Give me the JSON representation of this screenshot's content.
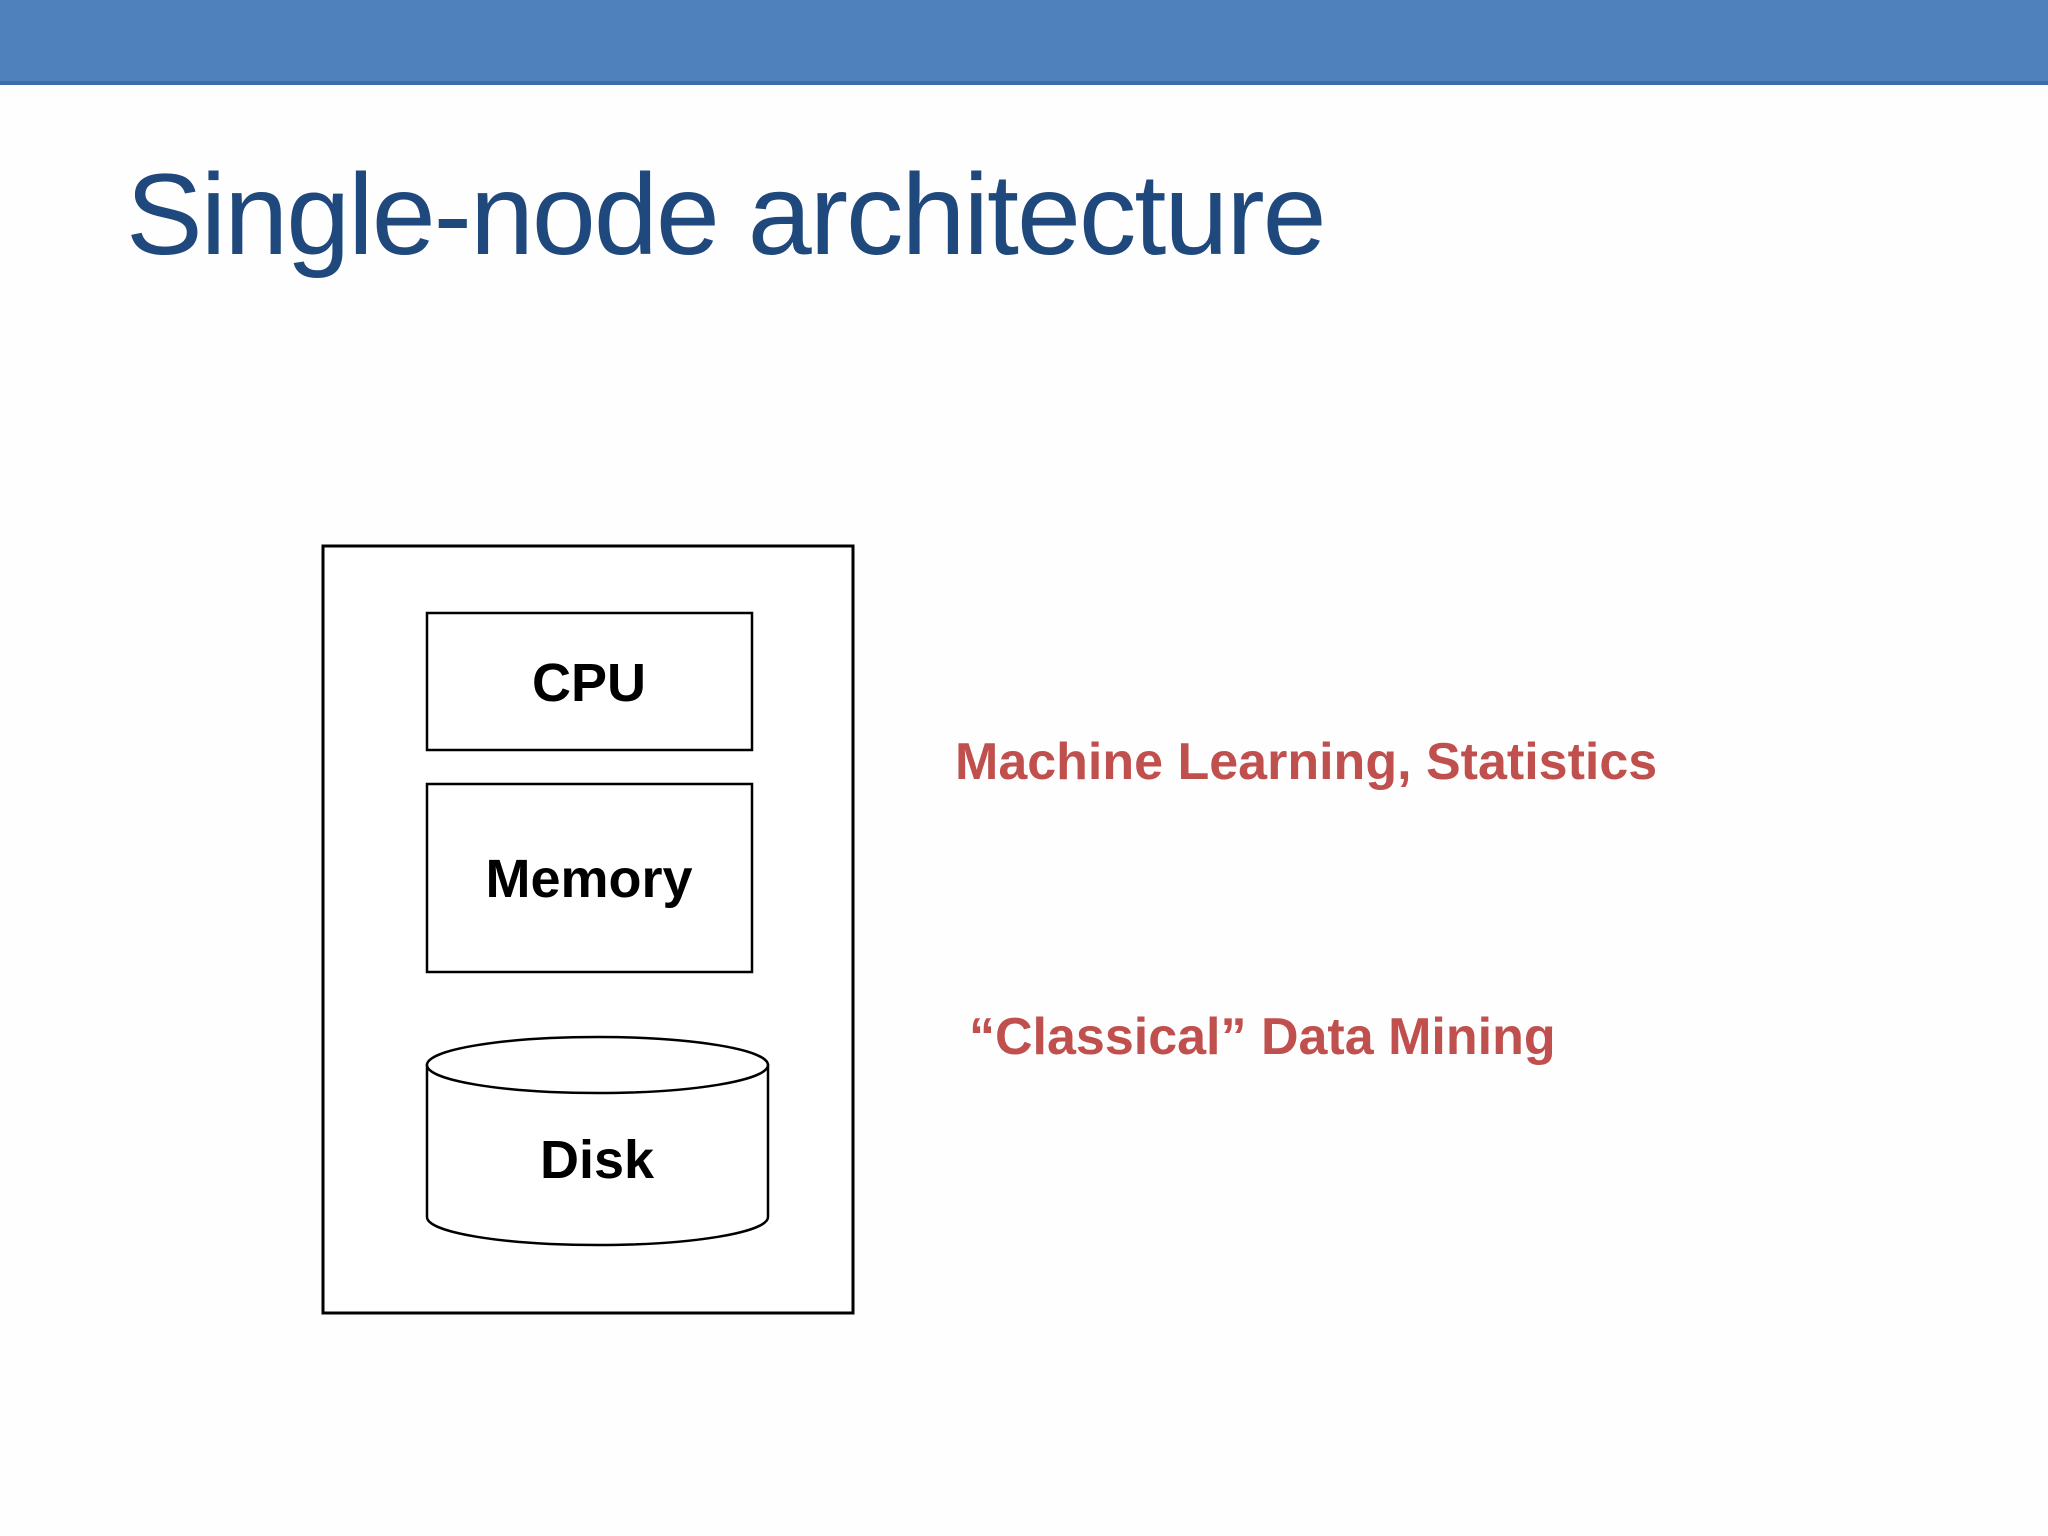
{
  "header": {
    "bar_color": "#4F81BD"
  },
  "title": {
    "text": "Single-node architecture",
    "color": "#1F497D"
  },
  "diagram": {
    "description": "single node containing CPU, Memory and Disk",
    "stroke_color": "#000000",
    "components": [
      {
        "label": "CPU",
        "shape": "rectangle"
      },
      {
        "label": "Memory",
        "shape": "rectangle"
      },
      {
        "label": "Disk",
        "shape": "cylinder"
      }
    ]
  },
  "annotations": {
    "color": "#C0504D",
    "machine_learning": "Machine Learning, Statistics",
    "classical_dm": "“Classical” Data Mining"
  }
}
